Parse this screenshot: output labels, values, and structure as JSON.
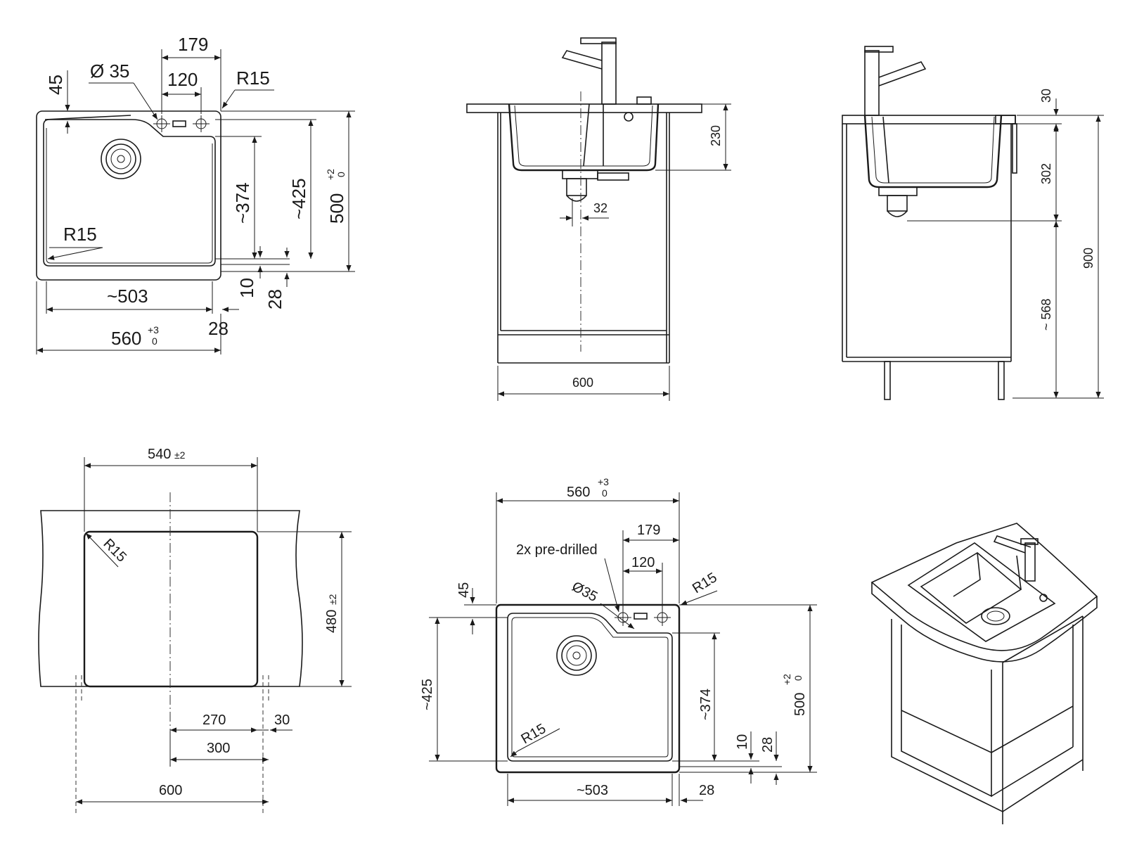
{
  "top_view": {
    "d179": "179",
    "d_dia35": "Ø 35",
    "d120": "120",
    "d_r15_corner": "R15",
    "d45": "45",
    "d374": "~374",
    "d425": "~425",
    "d500": "500",
    "d500_tol_plus": "+2",
    "d500_tol_minus": "0",
    "d_r15_bowl": "R15",
    "d503": "~503",
    "d10": "10",
    "d28_side": "28",
    "d28_bottom": "28",
    "d560": "560",
    "d560_tol_plus": "+3",
    "d560_tol_minus": "0"
  },
  "front_view": {
    "d230": "230",
    "d32": "32",
    "d600": "600"
  },
  "side_view": {
    "d30": "30",
    "d302": "302",
    "d900": "900",
    "d568": "~ 568"
  },
  "cutout_view": {
    "d540": "540",
    "d540_tol": "±2",
    "d_r15": "R15",
    "d480": "480",
    "d480_tol": "±2",
    "d270": "270",
    "d30": "30",
    "d300": "300",
    "d600": "600"
  },
  "top_view_detail": {
    "d560": "560",
    "d560_tol_plus": "+3",
    "d560_tol_minus": "0",
    "d179": "179",
    "pre_drilled": "2x pre-drilled",
    "d120": "120",
    "d45": "45",
    "d_dia35": "Ø35",
    "d_r15_corner": "R15",
    "d425": "~425",
    "d374": "~374",
    "d500": "500",
    "d500_tol_plus": "+2",
    "d500_tol_minus": "0",
    "d_r15_bowl": "R15",
    "d10": "10",
    "d28_side": "28",
    "d503": "~503",
    "d28_bottom": "28"
  }
}
